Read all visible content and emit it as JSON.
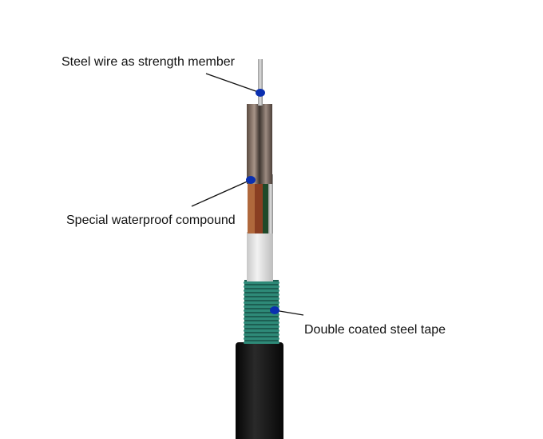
{
  "labels": {
    "strength_member": "Steel wire as strength member",
    "waterproof": "Special waterproof compound",
    "steel_tape": "Double coated steel tape"
  },
  "colors": {
    "marker": "#0a2fb0",
    "steel_tape": "#2e8a78",
    "jacket": "#141414"
  }
}
